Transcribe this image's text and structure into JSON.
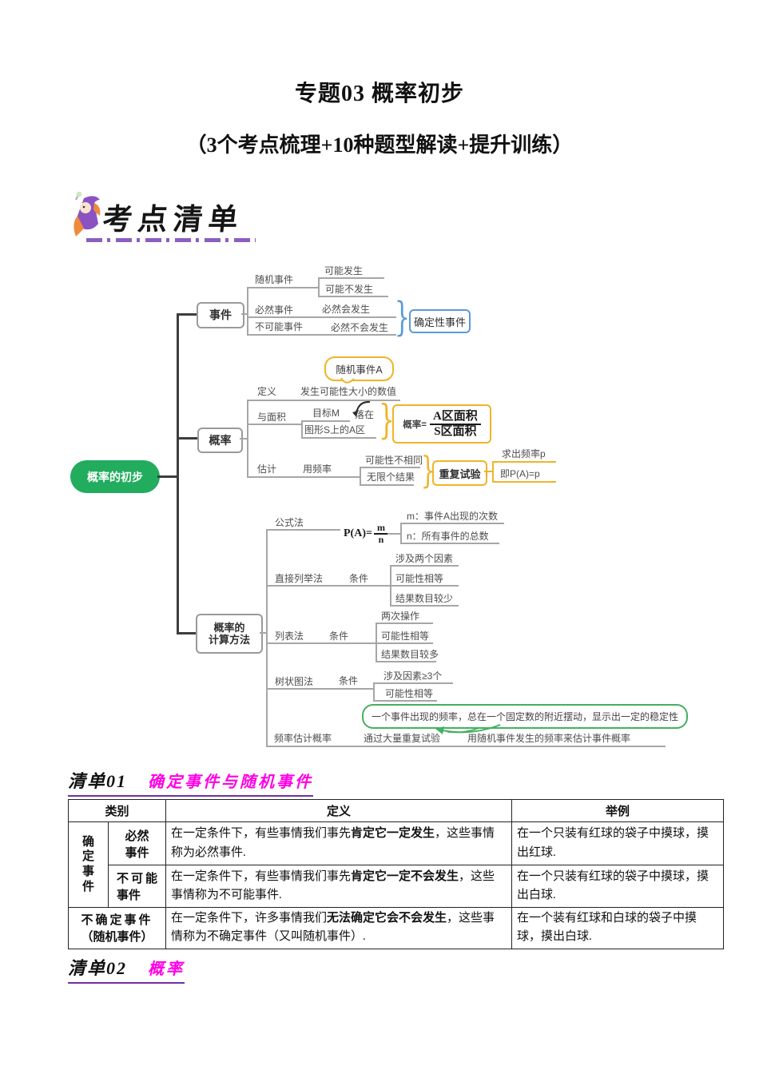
{
  "page": {
    "title": "专题03 概率初步",
    "subtitle": "（3个考点梳理+10种题型解读+提升训练）"
  },
  "banner": {
    "label": "考点清单"
  },
  "mindmap": {
    "root": "概率的初步",
    "event": {
      "title": "事件",
      "random": "随机事件",
      "may_occur": "可能发生",
      "may_not_occur": "可能不发生",
      "certain": "必然事件",
      "certain_occur": "必然会发生",
      "impossible": "不可能事件",
      "impossible_occur": "必然不会发生",
      "deterministic": "确定性事件"
    },
    "prob": {
      "title": "概率",
      "callout": "随机事件A",
      "def_label": "定义",
      "def_text": "发生可能性大小的数值",
      "area_label": "与面积",
      "target": "目标M",
      "fall": "落在",
      "region": "图形S上的A区",
      "formula_lhs": "概率=",
      "formula_num": "A区面积",
      "formula_den": "S区面积",
      "estimate": "估计",
      "use_freq": "用频率",
      "unequal": "可能性不相同",
      "infinite": "无限个结果",
      "repeat_trial": "重复试验",
      "find_p": "求出频率p",
      "ie_p": "即P(A)=p"
    },
    "calc": {
      "title1": "概率的",
      "title2": "计算方法",
      "formula_method": "公式法",
      "pa": "P(A)=",
      "m": "m",
      "n": "n",
      "m_desc": "m：事件A出现的次数",
      "n_desc": "n：所有事件的总数",
      "direct": "直接列举法",
      "cond1": "条件",
      "two_factors": "涉及两个因素",
      "equal1": "可能性相等",
      "few_results": "结果数目较少",
      "table_method": "列表法",
      "cond2": "条件",
      "two_ops": "两次操作",
      "equal2": "可能性相等",
      "many_results": "结果数目较多",
      "tree_method": "树状图法",
      "cond3": "条件",
      "ge3": "涉及因素≥3个",
      "equal3": "可能性相等",
      "note": "一个事件出现的频率，总在一个固定数的附近摆动，显示出一定的稳定性",
      "freq_est": "频率估计概率",
      "mass_trials": "通过大量重复试验",
      "use_freq_est": "用随机事件发生的频率来估计事件概率"
    }
  },
  "section1": {
    "num": "清单01",
    "title": "确定事件与随机事件"
  },
  "table": {
    "headers": [
      "类别",
      "定义",
      "举例"
    ],
    "cat_group": "确定事件",
    "rows": [
      {
        "sub": "必然事件",
        "def_pre": "在一定条件下，有些事情我们事先",
        "def_bold": "肯定它一定发生",
        "def_post": "，这些事情称为必然事件.",
        "example": "在一个只装有红球的袋子中摸球，摸出红球."
      },
      {
        "sub": "不可能事件",
        "def_pre": "在一定条件下，有些事情我们事先",
        "def_bold": "肯定它一定不会发生",
        "def_post": "，这些事情称为不可能事件.",
        "example": "在一个只装有红球的袋子中摸球，摸出白球."
      },
      {
        "cat_line1": "不确定事件",
        "cat_line2": "（随机事件）",
        "def_pre": "在一定条件下，许多事情我们",
        "def_bold": "无法确定它会不会发生",
        "def_post": "，这些事情称为不确定事件（又叫随机事件）.",
        "example": "在一个装有红球和白球的袋子中摸球，摸出白球."
      }
    ]
  },
  "section2": {
    "num": "清单02",
    "title": "概率"
  }
}
